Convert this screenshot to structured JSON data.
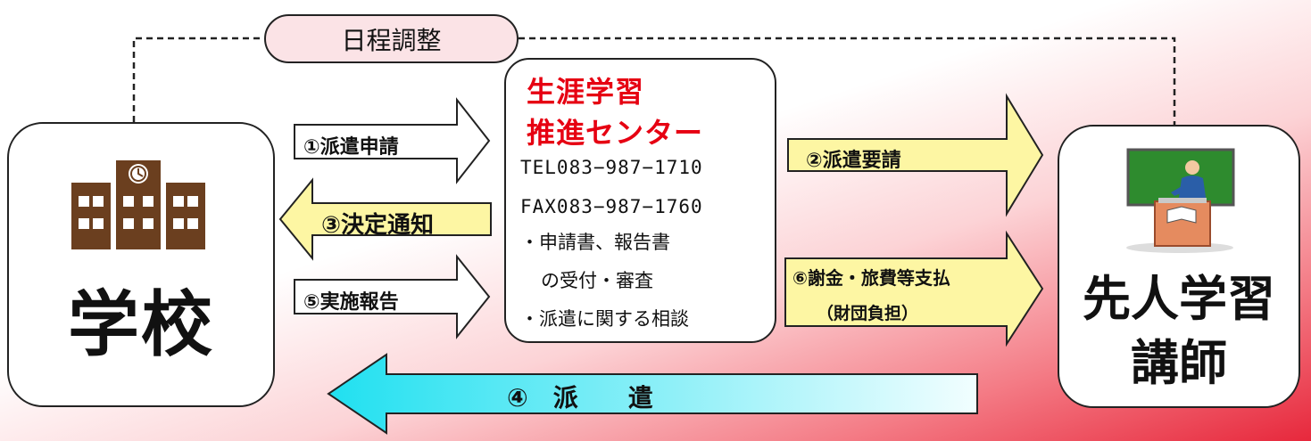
{
  "schedule": {
    "label": "日程調整"
  },
  "school": {
    "label": "学校"
  },
  "center": {
    "title_line1": "生涯学習",
    "title_line2": "推進センター",
    "tel": "TEL083−987−1710",
    "fax": "FAX083−987−1760",
    "duty1_line1": "・申請書、報告書",
    "duty1_line2": "の受付・審査",
    "duty2": "・派遣に関する相談"
  },
  "lecturer": {
    "label_line1": "先人学習",
    "label_line2": "講師"
  },
  "arrows": {
    "step1": "①派遣申請",
    "step2": "②派遣要請",
    "step3": "③決定通知",
    "step4": "④　派　　遣",
    "step5": "⑤実施報告",
    "step6_line1": "⑥謝金・旅費等支払",
    "step6_line2": "（財団負担）"
  },
  "colors": {
    "text_red": "#e60012",
    "arrow_white": "#ffffff",
    "arrow_yellow": "#fdf6a3",
    "arrow_cyan_start": "#20e0f0",
    "arrow_cyan_end": "#f2feff",
    "pill_fill": "#fbe3e6"
  },
  "icons": {
    "school_icon": "school-building-icon",
    "lecturer_icon": "teacher-at-blackboard-icon"
  }
}
